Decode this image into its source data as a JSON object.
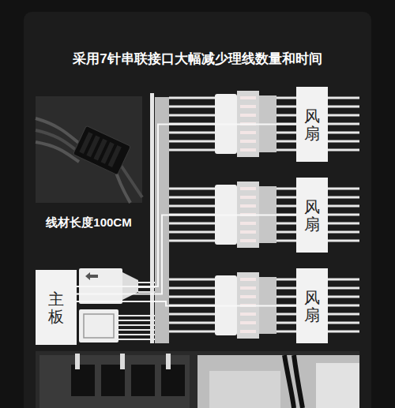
{
  "diagram": {
    "title": "采用7针串联接口大幅减少理线数量和时间",
    "nodes": [
      {
        "text": [
          "风扇"
        ]
      },
      {
        "text": [
          "风扇"
        ]
      },
      {
        "text": [
          "主板"
        ]
      },
      {
        "text": [
          "风扇"
        ]
      }
    ],
    "edges": [
      {
        "from": 2,
        "to": 0,
        "arrow": "none"
      },
      {
        "from": 2,
        "to": 1,
        "arrow": "none"
      },
      {
        "from": 2,
        "to": 3,
        "arrow": "none"
      }
    ],
    "labels": [
      "线材长度100CM"
    ]
  }
}
